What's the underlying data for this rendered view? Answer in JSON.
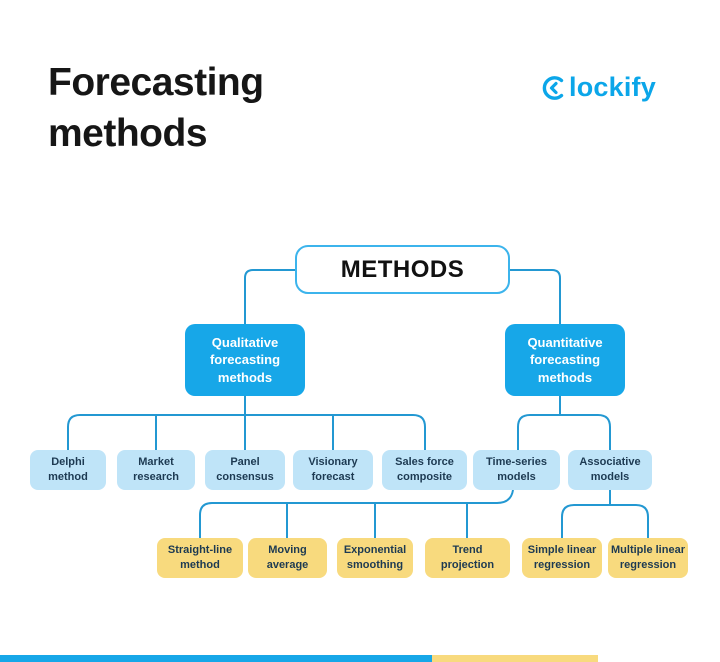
{
  "page": {
    "title": "Forecasting\nmethods"
  },
  "logo": {
    "name": "Clockify",
    "text_part": "lockify",
    "color": "#0ba6e9"
  },
  "colors": {
    "root_border": "#3cb4ec",
    "level2_bg": "#17a7e8",
    "level3_bg": "#bfe4f8",
    "level4_bg": "#f8da7e",
    "connector": "#2398d2",
    "dark_text": "#1d3a52"
  },
  "tree": {
    "root": {
      "label": "METHODS"
    },
    "level2": [
      {
        "label": "Qualitative forecasting methods"
      },
      {
        "label": "Quantitative forecasting methods"
      }
    ],
    "qualitative_children": [
      "Delphi method",
      "Market research",
      "Panel consensus",
      "Visionary forecast",
      "Sales force composite"
    ],
    "quantitative_children": [
      "Time-series models",
      "Associative models"
    ],
    "time_series_children": [
      "Straight-line method",
      "Moving average",
      "Exponential smoothing",
      "Trend projection"
    ],
    "associative_children": [
      "Simple linear regression",
      "Multiple linear regression"
    ]
  }
}
